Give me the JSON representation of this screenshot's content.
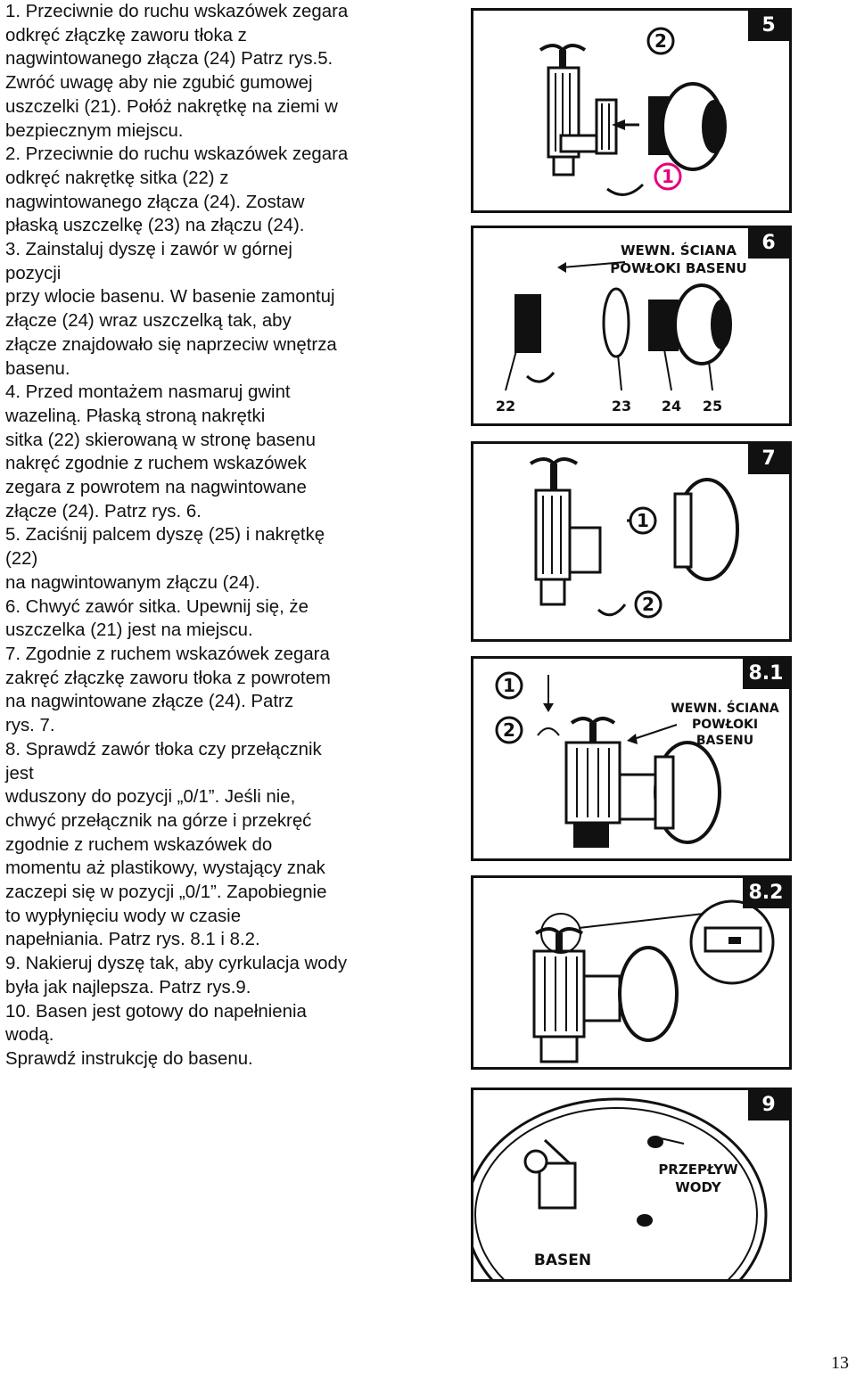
{
  "instructions": {
    "lines": [
      "1. Przeciwnie do ruchu wskazówek zegara",
      "odkręć złączkę zaworu tłoka z",
      "nagwintowanego złącza (24) Patrz rys.5.",
      "Zwróć uwagę aby nie zgubić gumowej",
      "uszczelki (21). Połóż nakrętkę na ziemi w",
      "bezpiecznym miejscu.",
      "2. Przeciwnie do ruchu wskazówek zegara",
      "odkręć nakrętkę sitka (22) z",
      "nagwintowanego złącza (24). Zostaw",
      "płaską uszczelkę (23) na złączu (24).",
      "3. Zainstaluj dyszę i zawór w górnej",
      "pozycji",
      "przy wlocie basenu. W basenie zamontuj",
      "złącze (24) wraz uszczelką tak, aby",
      "złącze znajdowało się naprzeciw wnętrza",
      "basenu.",
      "4. Przed montażem nasmaruj gwint",
      "wazeliną. Płaską stroną nakrętki",
      "sitka (22) skierowaną w stronę basenu",
      "nakręć zgodnie z ruchem wskazówek",
      "zegara z powrotem na nagwintowane",
      "złącze (24). Patrz rys. 6.",
      "5. Zaciśnij palcem dyszę (25) i nakrętkę",
      "(22)",
      "na nagwintowanym złączu (24).",
      "6. Chwyć zawór sitka. Upewnij się, że",
      "uszczelka (21) jest na miejscu.",
      "7. Zgodnie z ruchem wskazówek zegara",
      "zakręć złączkę zaworu tłoka z powrotem",
      "na nagwintowane złącze (24). Patrz",
      "rys. 7.",
      "8. Sprawdź zawór tłoka czy przełącznik",
      "jest",
      "wduszony do pozycji „0/1”. Jeśli nie,",
      "chwyć przełącznik na górze i przekręć",
      "zgodnie z ruchem wskazówek do",
      "momentu aż plastikowy, wystający znak",
      "zaczepi się w pozycji „0/1”. Zapobiegnie",
      "to wypłynięciu wody w czasie",
      "napełniania. Patrz rys. 8.1 i 8.2.",
      "9. Nakieruj dyszę tak, aby cyrkulacja wody",
      "była jak najlepsza. Patrz rys.9.",
      "10. Basen jest gotowy do napełnienia",
      "wodą.",
      "Sprawdź instrukcję do basenu."
    ]
  },
  "figures": {
    "fig5": {
      "badge": "5",
      "step1": "1",
      "step2": "2"
    },
    "fig6": {
      "badge": "6",
      "wall_line1": "WEWN. ŚCIANA",
      "wall_line2": "POWŁOKI BASENU",
      "part22": "22",
      "part23": "23",
      "part24": "24",
      "part25": "25"
    },
    "fig7": {
      "badge": "7",
      "step1": "1",
      "step2": "2"
    },
    "fig81": {
      "badge": "8.1",
      "step1": "1",
      "step2": "2",
      "wall_line1": "WEWN. ŚCIANA",
      "wall_line2": "POWŁOKI",
      "wall_line3": "BASENU"
    },
    "fig82": {
      "badge": "8.2"
    },
    "fig9": {
      "badge": "9",
      "flow_line1": "PRZEPŁYW",
      "flow_line2": "WODY",
      "pool": "BASEN"
    }
  },
  "page_number": "13"
}
